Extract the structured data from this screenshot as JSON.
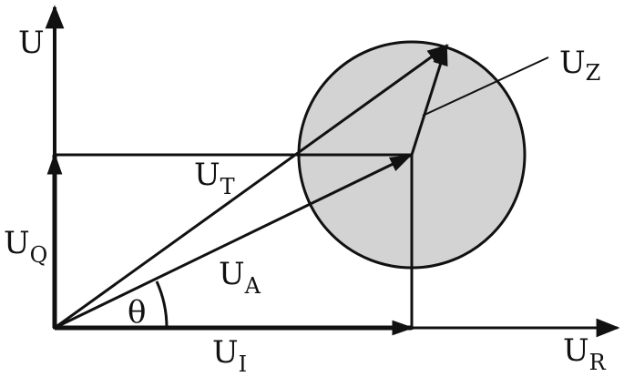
{
  "labels": {
    "u_axis": {
      "main": "U",
      "sub": ""
    },
    "u_z": {
      "main": "U",
      "sub": "Z"
    },
    "u_t": {
      "main": "U",
      "sub": "T"
    },
    "u_q": {
      "main": "U",
      "sub": "Q"
    },
    "u_a": {
      "main": "U",
      "sub": "A"
    },
    "theta": {
      "main": "θ",
      "sub": ""
    },
    "u_i": {
      "main": "U",
      "sub": "I"
    },
    "u_r": {
      "main": "U",
      "sub": "R"
    }
  },
  "colors": {
    "stroke": "#111111",
    "circle_fill": "#d3d3d3",
    "background": "#ffffff"
  }
}
